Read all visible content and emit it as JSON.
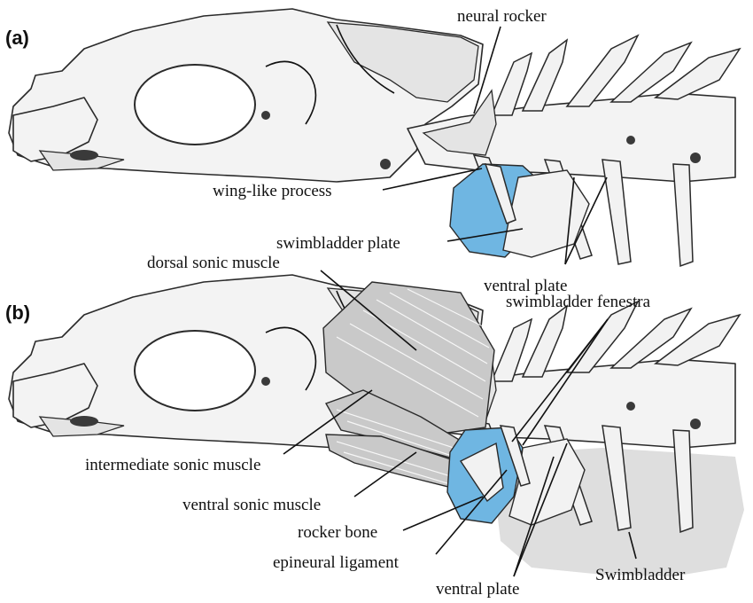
{
  "panels": [
    {
      "id": "a",
      "label": "(a)",
      "callouts": {
        "neural_rocker": "neural rocker",
        "wing_like_process": "wing-like process",
        "swimbladder_plate": "swimbladder plate",
        "ventral_plate": "ventral plate"
      }
    },
    {
      "id": "b",
      "label": "(b)",
      "callouts": {
        "dorsal_sonic_muscle": "dorsal sonic muscle",
        "swimbladder_fenestra": "swimbladder fenestra",
        "intermediate_sonic_muscle": "intermediate sonic muscle",
        "ventral_sonic_muscle": "ventral sonic muscle",
        "rocker_bone": "rocker bone",
        "epineural_ligament": "epineural ligament",
        "ventral_plate": "ventral plate",
        "swimbladder": "Swimbladder"
      }
    }
  ],
  "colors": {
    "highlight_blue": "#6fb6e2",
    "swimbladder_gray": "#dedede",
    "bone": "#f3f3f3",
    "outline": "#2a2a2a"
  }
}
